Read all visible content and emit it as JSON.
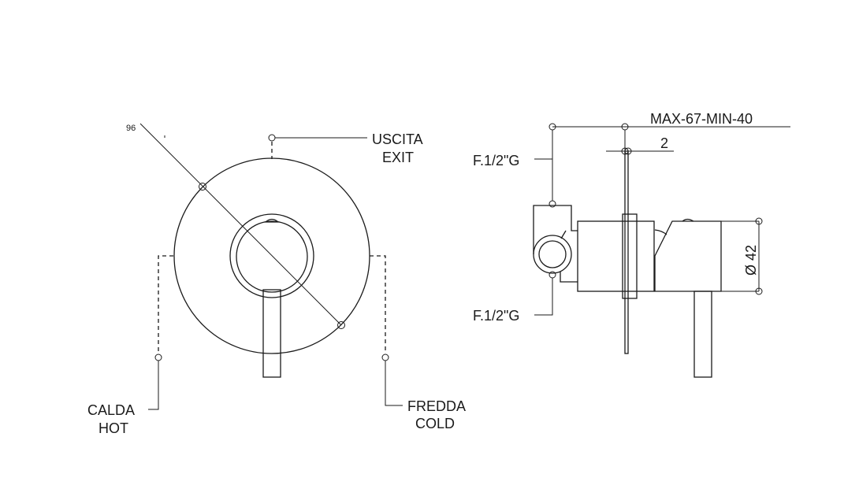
{
  "front_view": {
    "diameter_label": "96",
    "outlet_label_it": "USCITA",
    "outlet_label_en": "EXIT",
    "hot_label_it": "CALDA",
    "hot_label_en": "HOT",
    "cold_label_it": "FREDDA",
    "cold_label_en": "COLD"
  },
  "side_view": {
    "depth_label": "MAX-67-MIN-40",
    "plate_thickness_label": "2",
    "inlet_top_label": "F.1/2\"G",
    "inlet_bottom_label": "F.1/2\"G",
    "body_diameter_label": "Ø 42"
  }
}
